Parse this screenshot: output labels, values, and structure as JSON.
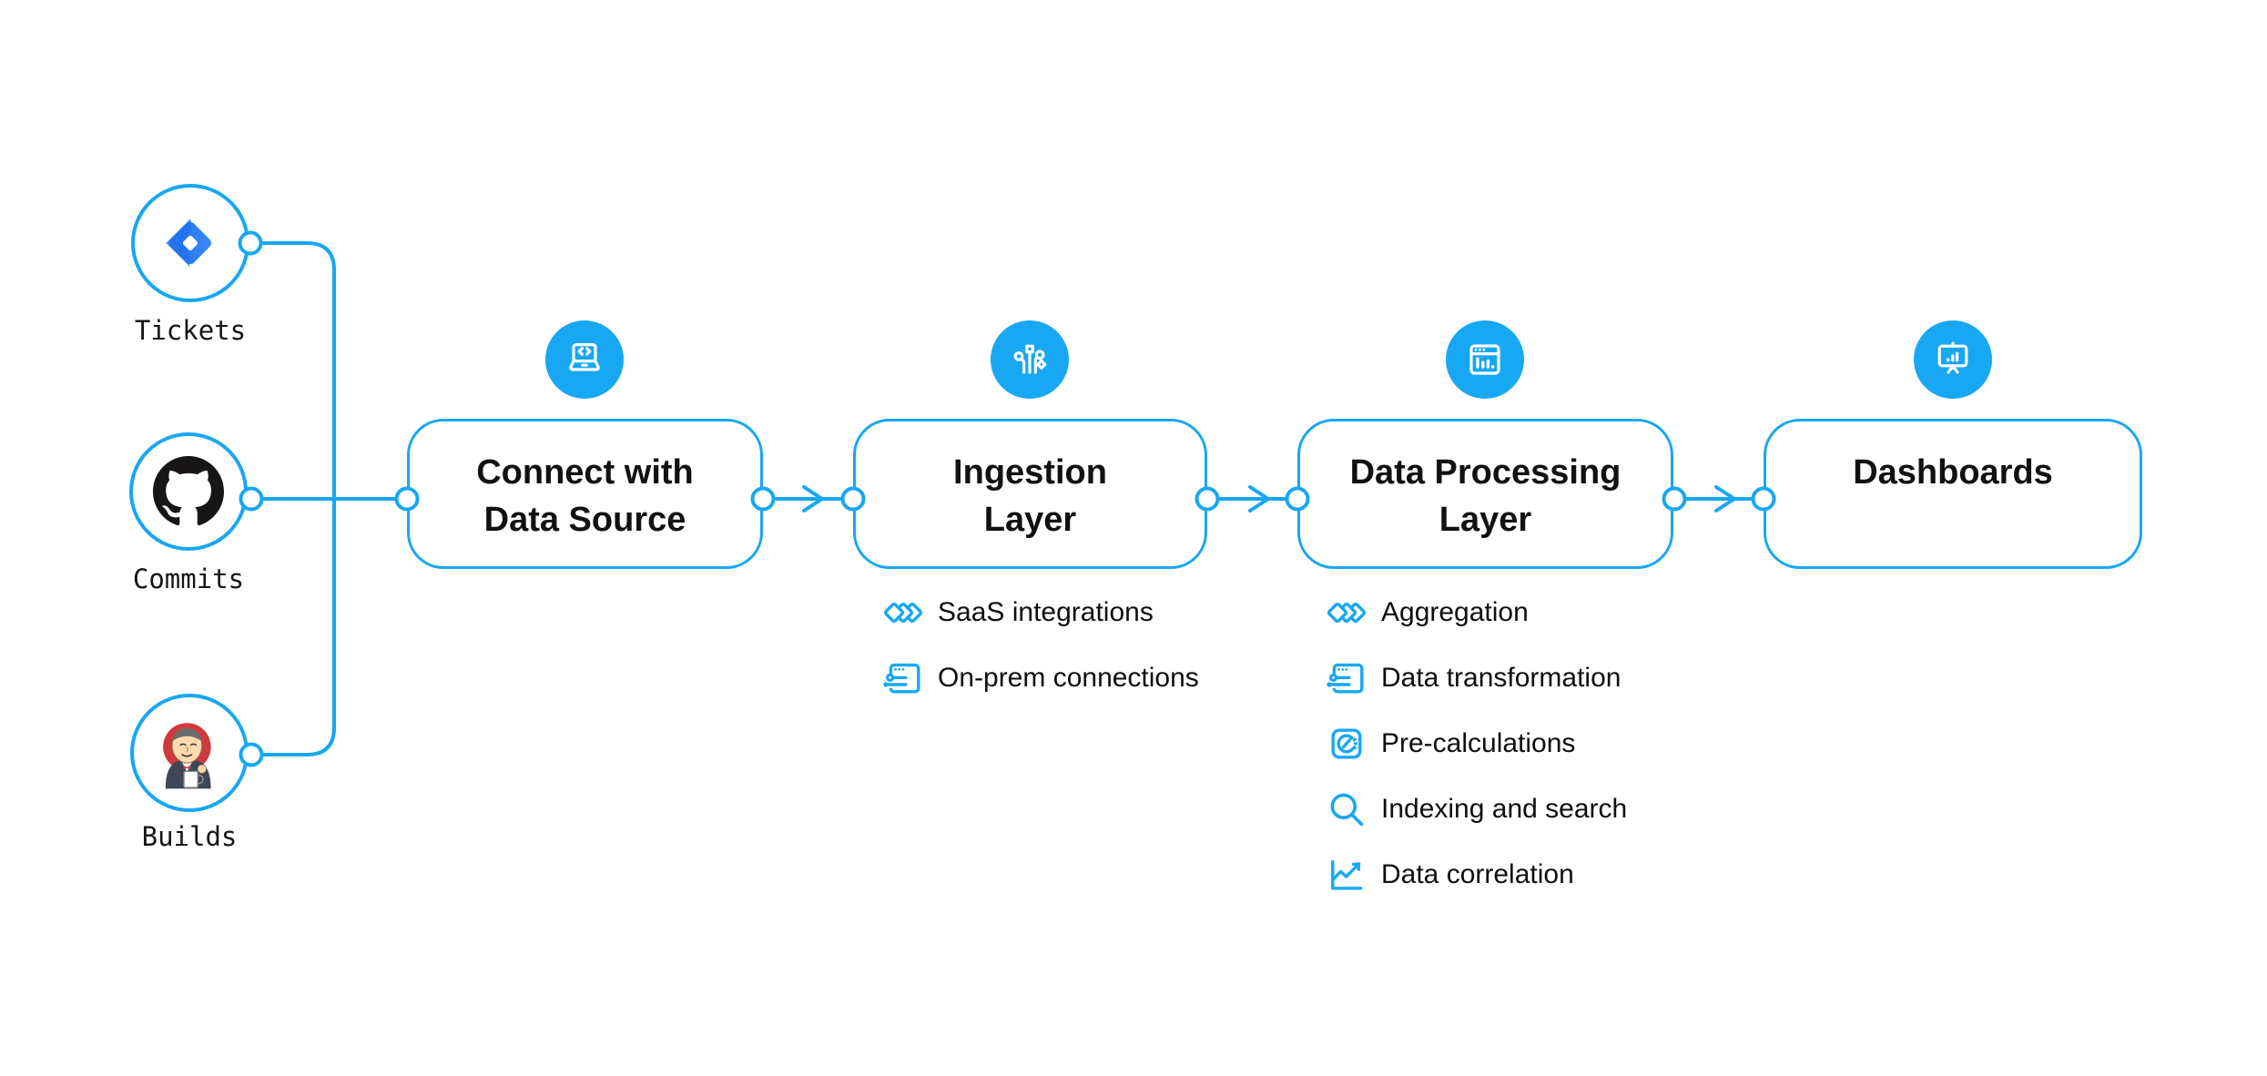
{
  "palette": {
    "accent": "#18a7f2",
    "ink": "#0e0e0e",
    "jira_blue": "#2684ff",
    "github_black": "#171515",
    "jenkins_red": "#cf3a3f"
  },
  "sources": [
    {
      "label": "Tickets",
      "icon": "jira-icon"
    },
    {
      "label": "Commits",
      "icon": "github-icon"
    },
    {
      "label": "Builds",
      "icon": "jenkins-icon"
    }
  ],
  "stages": [
    {
      "id": "connect",
      "icon": "laptop-code-icon",
      "title_lines": [
        "Connect with",
        "Data Source"
      ],
      "features": []
    },
    {
      "id": "ingestion",
      "icon": "circuit-branches-icon",
      "title_lines": [
        "Ingestion",
        "Layer"
      ],
      "features": [
        {
          "icon": "layered-diamonds-icon",
          "label": "SaaS integrations"
        },
        {
          "icon": "window-sliders-icon",
          "label": "On-prem connections"
        }
      ]
    },
    {
      "id": "processing",
      "icon": "window-chart-icon",
      "title_lines": [
        "Data Processing",
        "Layer"
      ],
      "features": [
        {
          "icon": "layered-diamonds-icon",
          "label": "Aggregation"
        },
        {
          "icon": "window-sliders-icon",
          "label": "Data transformation"
        },
        {
          "icon": "gauge-icon",
          "label": "Pre-calculations"
        },
        {
          "icon": "search-icon",
          "label": "Indexing and search"
        },
        {
          "icon": "line-chart-icon",
          "label": "Data correlation"
        }
      ]
    },
    {
      "id": "dashboards",
      "icon": "presentation-chart-icon",
      "title_lines": [
        "Dashboards"
      ],
      "features": []
    }
  ]
}
